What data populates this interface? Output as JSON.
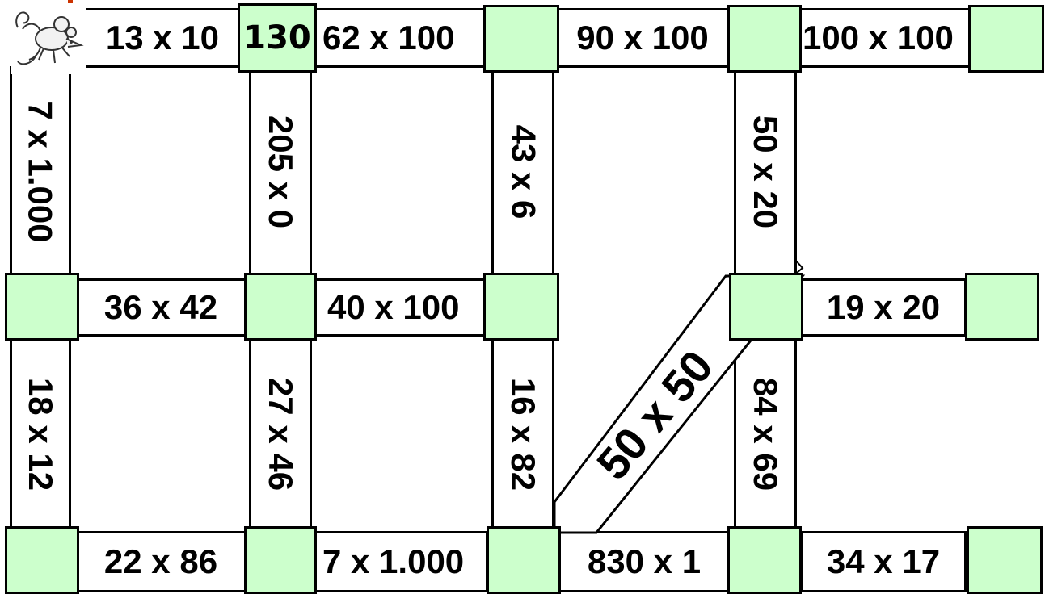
{
  "game": {
    "grid_columns": 5,
    "grid_rows": 3,
    "start_icon": "mouse-icon",
    "colors": {
      "node_fill": "#ccffcc",
      "bar_fill": "#ffffff",
      "outline": "#000000"
    },
    "nodes": {
      "r0c0": "",
      "r0c1": "130",
      "r0c2": "",
      "r0c3": "",
      "r0c4": "",
      "r1c0": "",
      "r1c1": "",
      "r1c2": "",
      "r1c3": "",
      "r1c4": "",
      "r2c0": "",
      "r2c1": "",
      "r2c2": "",
      "r2c3": "",
      "r2c4": ""
    },
    "h_edges": {
      "r0": [
        "13 x 10",
        "62 x 100",
        "90 x 100",
        "100 x 100"
      ],
      "r1": [
        "36 x 42",
        "40 x 100",
        "",
        "19 x 20"
      ],
      "r2": [
        "22 x 86",
        "7 x 1.000",
        "830 x 1",
        "34 x 17"
      ]
    },
    "v_edges": {
      "upper": [
        "7 x 1.000",
        "205 x 0",
        "43 x 6",
        "50 x 20"
      ],
      "lower": [
        "18 x 12",
        "27 x 46",
        "16 x 82",
        "84 x 69"
      ]
    },
    "diagonal": "50 x 50"
  }
}
